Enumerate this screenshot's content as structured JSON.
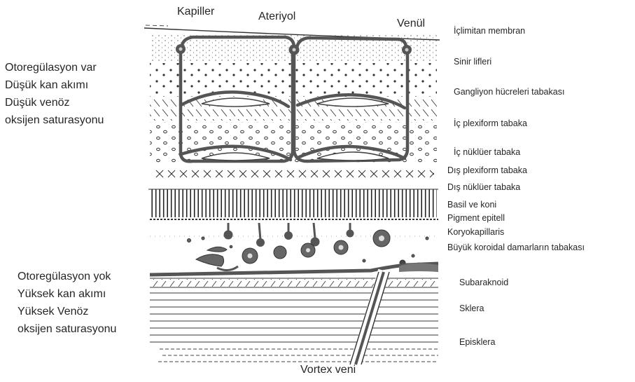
{
  "top_labels": {
    "kapiller": "Kapiller",
    "ateriyol": "Ateriyol",
    "venul": "Venül"
  },
  "bottom_label": "Vortex veni",
  "left_upper": [
    "Otoregülasyon var",
    "Düşük kan akımı",
    "Düşük venöz",
    "oksijen saturasyonu"
  ],
  "left_lower": [
    "Otoregülasyon yok",
    "Yüksek kan akımı",
    "Yüksek Venöz",
    "oksijen saturasyonu"
  ],
  "layers": [
    "İçlimitan membran",
    "Sinir lifleri",
    "Gangliyon hücreleri tabakası",
    "İç plexiform tabaka",
    "İç nüklüer tabaka",
    "Dış plexiform tabaka",
    "Dış nüklüer tabaka",
    "Basil ve koni",
    "Pigment epitell",
    "Koryokapillaris",
    "Büyük koroidal damarların tabakası",
    "Subaraknoid",
    "Sklera",
    "Episklera"
  ]
}
